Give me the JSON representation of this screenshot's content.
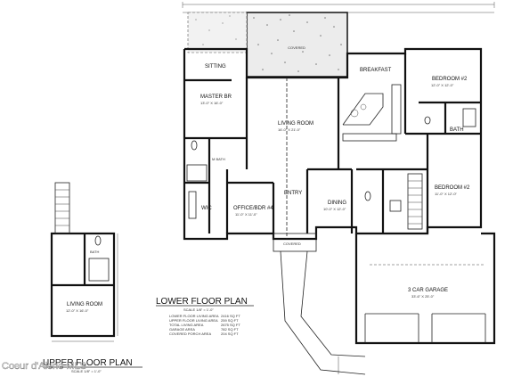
{
  "rooms": {
    "covered_top": "COVERED",
    "sitting": "SITTING",
    "master_br": "MASTER BR",
    "master_br_dim": "13'-0\" X 16'-0\"",
    "living_room": "LIVING ROOM",
    "living_room_dim": "16'-0\" X 21'-0\"",
    "breakfast": "BREAKFAST",
    "bedroom2_top": "BEDROOM #2",
    "bedroom2_top_dim": "12'-0\" X 12'-0\"",
    "bath_right": "BATH",
    "bedroom2_mid": "BEDROOM #2",
    "bedroom2_mid_dim": "11'-0\" X 12'-0\"",
    "m_bath": "M BATH",
    "wic": "WIC",
    "office": "OFFICE/BDR #4",
    "office_dim": "11'-0\" X 11'-0\"",
    "entry": "ENTRY",
    "dining": "DINING",
    "dining_dim": "10'-0\" X 12'-0\"",
    "garage": "3 CAR GARAGE",
    "garage_dim": "33'-6\" X 25'-0\"",
    "covered_bottom": "COVERED",
    "upper_bath": "BATH",
    "upper_living": "LIVING ROOM",
    "upper_living_dim": "12'-0\" X 16'-0\""
  },
  "titles": {
    "lower": "LOWER FLOOR PLAN",
    "lower_scale": "SCALE 1/8\" = 1'-0\"",
    "upper": "UPPER FLOOR PLAN",
    "upper_scale": "SCALE 1/8\" = 1'-0\""
  },
  "area_table": [
    {
      "label": "LOWER FLOOR LIVING AREA",
      "value": "2416 SQ FT"
    },
    {
      "label": "UPPER FLOOR LIVING AREA",
      "value": "259 SQ FT"
    },
    {
      "label": "TOTAL LIVING AREA",
      "value": "2675 SQ FT"
    },
    {
      "label": "GARAGE AREA",
      "value": "782 SQ FT"
    },
    {
      "label": "COVERED PORCH AREA",
      "value": "204 SQ FT"
    }
  ],
  "watermark": "Coeur d'Alene MLS"
}
